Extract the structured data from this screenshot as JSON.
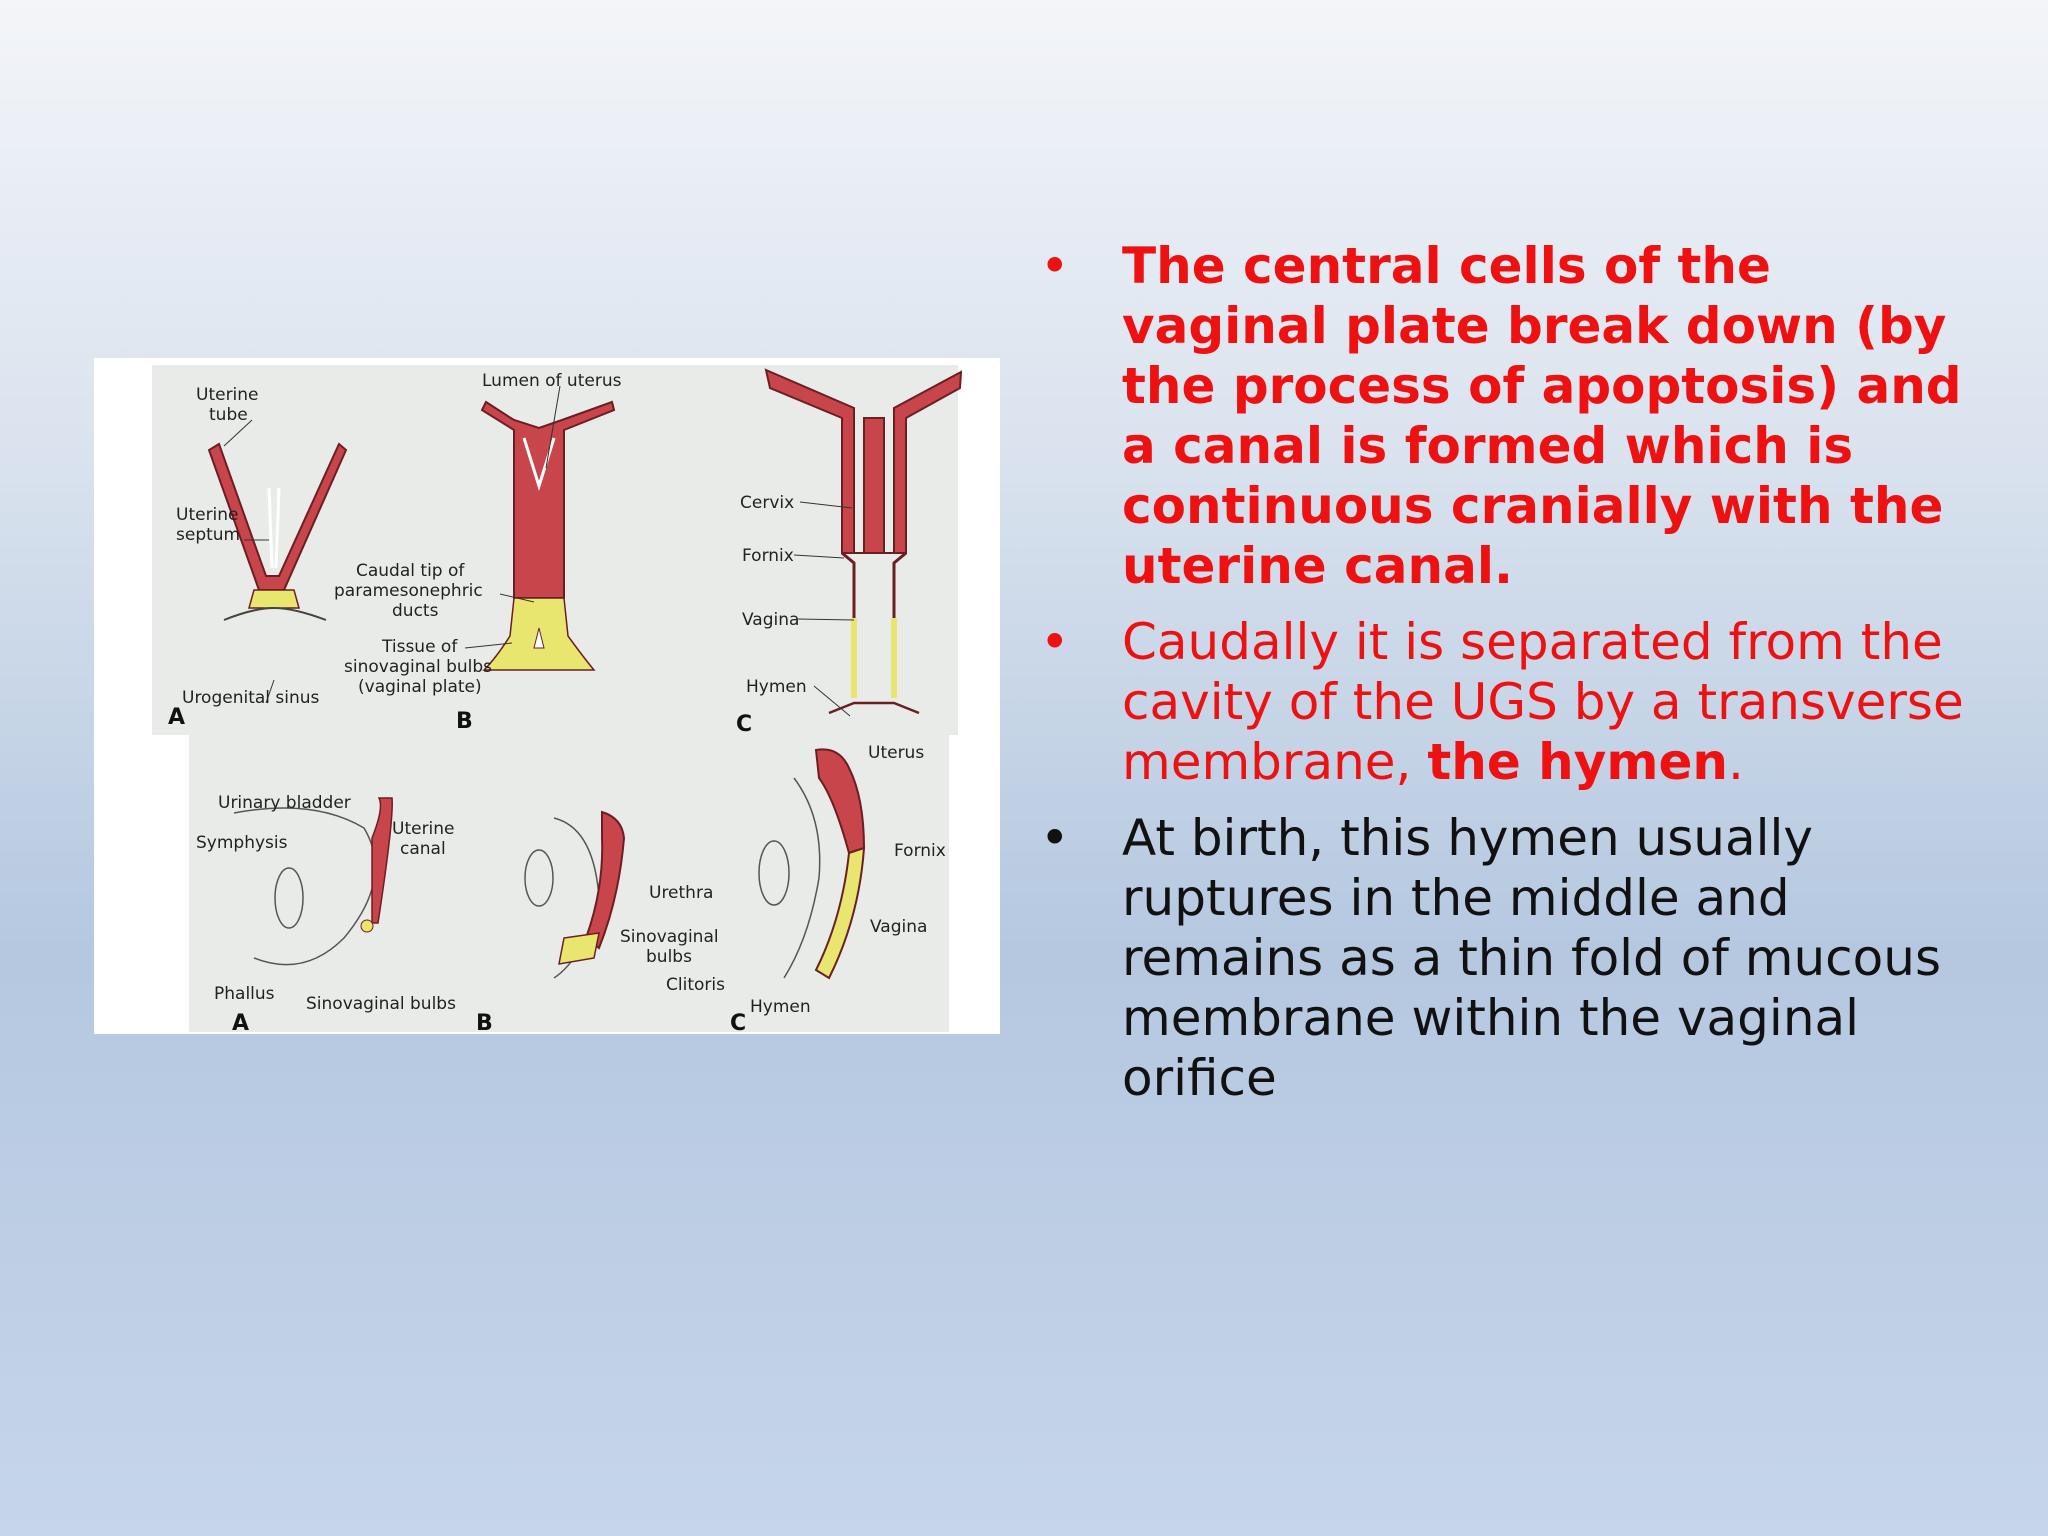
{
  "figure": {
    "top_labels": {
      "uterine_tube": [
        "Uterine",
        "tube"
      ],
      "uterine_septum": [
        "Uterine",
        "septum"
      ],
      "urogenital_sinus": "Urogenital sinus",
      "lumen_of_uterus": "Lumen of uterus",
      "caudal_tip": [
        "Caudal tip of",
        "paramesonephric",
        "ducts"
      ],
      "tissue_of_bulbs": [
        "Tissue of",
        "sinovaginal bulbs",
        "(vaginal plate)"
      ],
      "cervix": "Cervix",
      "fornix": "Fornix",
      "vagina": "Vagina",
      "hymen": "Hymen",
      "letters": [
        "A",
        "B",
        "C"
      ]
    },
    "bottom_labels": {
      "urinary_bladder": "Urinary bladder",
      "symphysis": "Symphysis",
      "uterine_canal": [
        "Uterine",
        "canal"
      ],
      "phallus": "Phallus",
      "sinovaginal_bulbs_a": "Sinovaginal bulbs",
      "urethra": "Urethra",
      "sinovaginal_bulbs_b": [
        "Sinovaginal",
        "bulbs"
      ],
      "clitoris": "Clitoris",
      "uterus": "Uterus",
      "fornix": "Fornix",
      "vagina": "Vagina",
      "hymen": "Hymen",
      "letters": [
        "A",
        "B",
        "C"
      ]
    },
    "colors": {
      "tissue_red": "#c8454b",
      "tissue_yellow": "#e8e66f",
      "panel_bg": "#e9ebe9"
    }
  },
  "bullets": {
    "marker": "•",
    "b1": "The central cells of the vaginal plate break down (by the process of apoptosis) and a canal is formed which is continuous cranially with the uterine canal.",
    "b2_part1": "Caudally it is separated from the cavity of the UGS by a transverse membrane, ",
    "b2_bold": "the hymen",
    "b2_end": ".",
    "b3": "At birth, this hymen usually ruptures in the middle and remains as a thin fold of mucous membrane within  the vaginal orifice"
  },
  "colors": {
    "red_text": "#ee1111",
    "black_text": "#111111"
  }
}
